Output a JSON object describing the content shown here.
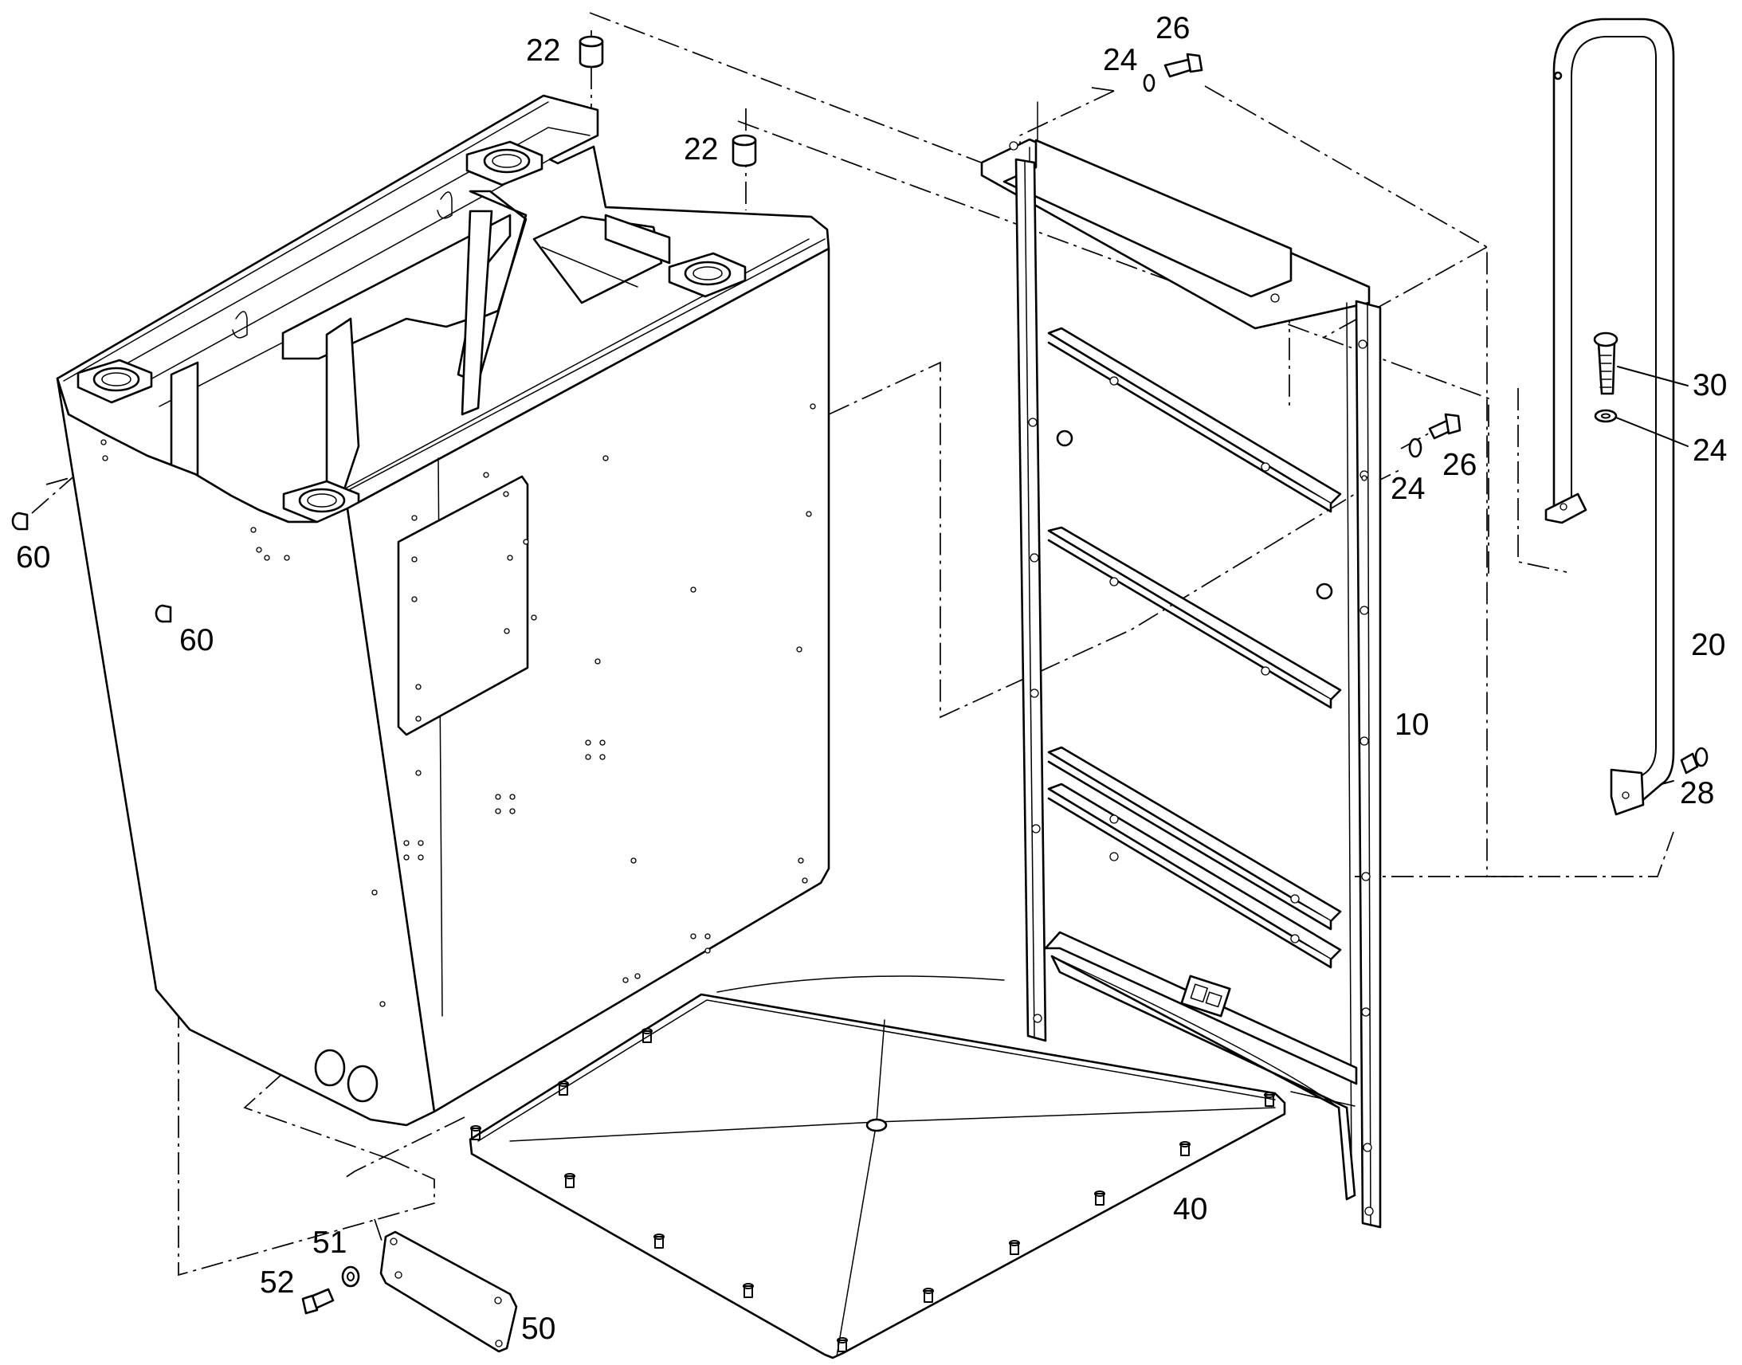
{
  "figure": {
    "kind": "exploded parts diagram",
    "callouts": [
      {
        "id": "c22a",
        "label": "22"
      },
      {
        "id": "c22b",
        "label": "22"
      },
      {
        "id": "c26a",
        "label": "26"
      },
      {
        "id": "c24a",
        "label": "24"
      },
      {
        "id": "c30",
        "label": "30"
      },
      {
        "id": "c24b",
        "label": "24"
      },
      {
        "id": "c26b",
        "label": "26"
      },
      {
        "id": "c24c",
        "label": "24"
      },
      {
        "id": "c20",
        "label": "20"
      },
      {
        "id": "c10",
        "label": "10"
      },
      {
        "id": "c28",
        "label": "28"
      },
      {
        "id": "c60a",
        "label": "60"
      },
      {
        "id": "c60b",
        "label": "60"
      },
      {
        "id": "c40",
        "label": "40"
      },
      {
        "id": "c51",
        "label": "51"
      },
      {
        "id": "c52",
        "label": "52"
      },
      {
        "id": "c50",
        "label": "50"
      }
    ]
  },
  "colors": {
    "line": "#000000",
    "background": "#ffffff",
    "shade": "#d9d9d9"
  }
}
